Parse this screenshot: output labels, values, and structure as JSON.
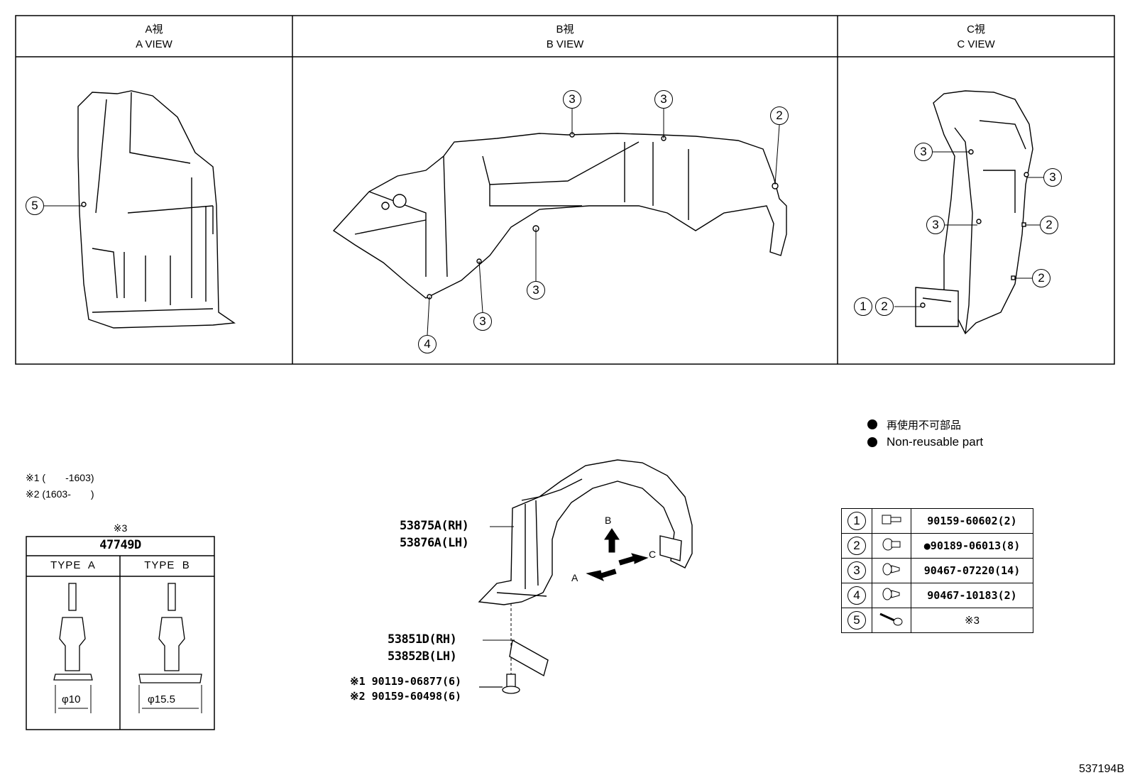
{
  "views": [
    {
      "jp": "A視",
      "en": "A VIEW"
    },
    {
      "jp": "B視",
      "en": "B VIEW"
    },
    {
      "jp": "C視",
      "en": "C VIEW"
    }
  ],
  "callouts": {
    "a_view": [
      "5"
    ],
    "b_view": [
      "3",
      "3",
      "2",
      "3",
      "3",
      "4"
    ],
    "c_view": [
      "3",
      "3",
      "3",
      "2",
      "2",
      "1",
      "2"
    ]
  },
  "legend": {
    "jp": "再使用不可部品",
    "en": "Non-reusable part"
  },
  "notes": {
    "n1": "※1 (　　-1603)",
    "n2": "※2 (1603-　　)"
  },
  "clip_table": {
    "ref": "※3",
    "part": "47749D",
    "types": [
      "TYPE  A",
      "TYPE  B"
    ],
    "dims": [
      "φ10",
      "φ15.5"
    ]
  },
  "parts": {
    "liner_rh": "53875A(RH)",
    "liner_lh": "53876A(LH)",
    "seal_rh": "53851D(RH)",
    "seal_lh": "53852B(LH)",
    "bolt1": "※1 90119-06877(6)",
    "bolt2": "※2 90159-60498(6)"
  },
  "arrows": {
    "b": "B",
    "c": "C",
    "a": "A"
  },
  "fastener_table": [
    {
      "no": "1",
      "icon": "flange-bolt-icon",
      "part": "90159-60602(2)"
    },
    {
      "no": "2",
      "icon": "clip-icon",
      "part": "●90189-06013(8)"
    },
    {
      "no": "3",
      "icon": "push-clip-icon",
      "part": "90467-07220(14)"
    },
    {
      "no": "4",
      "icon": "push-clip-icon",
      "part": "90467-10183(2)"
    },
    {
      "no": "5",
      "icon": "pin-clip-icon",
      "part": "※3"
    }
  ],
  "figure_id": "537194B"
}
